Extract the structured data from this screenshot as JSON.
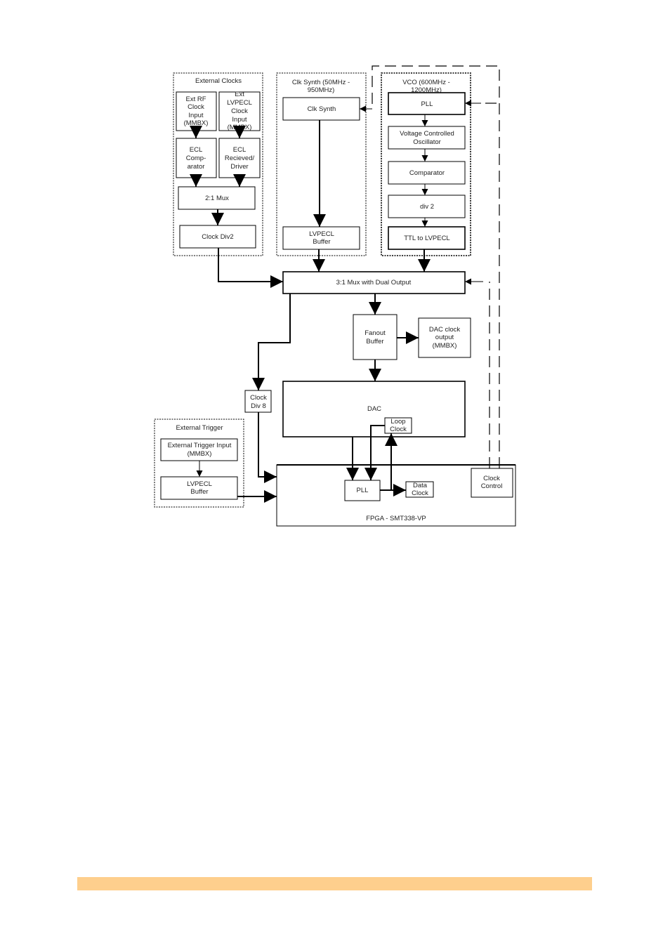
{
  "groups": {
    "external_clocks": "External Clocks",
    "clk_synth": [
      "Clk Synth (50MHz -",
      "950MHz)"
    ],
    "vco": [
      "VCO (600MHz -",
      "1200MHz)"
    ],
    "external_trigger": "External Trigger"
  },
  "blocks": {
    "ext_rf_clock_input": [
      "Ext RF",
      "Clock",
      "Input",
      "(MMBX)"
    ],
    "ext_lvpecl_clock_input": [
      "Ext",
      "LVPECL",
      "Clock",
      "Input",
      "(MMBX)"
    ],
    "ecl_comparator": [
      "ECL",
      "Comp-",
      "arator"
    ],
    "ecl_receiver_driver": [
      "ECL",
      "Recieved/",
      "Driver"
    ],
    "mux_2_1": "2:1 Mux",
    "clock_div2": "Clock Div2",
    "clk_synth": "Clk Synth",
    "lvpecl_buffer_synth": [
      "LVPECL",
      "Buffer"
    ],
    "pll_vco": "PLL",
    "voltage_controlled_oscillator": [
      "Voltage Controlled",
      "Oscillator"
    ],
    "comparator": "Comparator",
    "div2": "div 2",
    "ttl_to_lvpecl": "TTL to LVPECL",
    "mux_3_1": "3:1 Mux with Dual Output",
    "fanout_buffer": [
      "Fanout",
      "Buffer"
    ],
    "dac_clock_output": [
      "DAC clock",
      "output",
      "(MMBX)"
    ],
    "clock_div8": [
      "Clock",
      "Div 8"
    ],
    "dac": "DAC",
    "loop_clock": [
      "Loop",
      "Clock"
    ],
    "external_trigger_input": [
      "External Trigger Input",
      "(MMBX)"
    ],
    "lvpecl_buffer_trigger": [
      "LVPECL",
      "Buffer"
    ],
    "fpga": "FPGA - SMT338-VP",
    "pll_fpga": "PLL",
    "data_clock": [
      "Data",
      "Clock"
    ],
    "clock_control": [
      "Clock",
      "Control"
    ]
  },
  "colors": {
    "footer_bar": "#fecf8d",
    "line": "#000000"
  }
}
